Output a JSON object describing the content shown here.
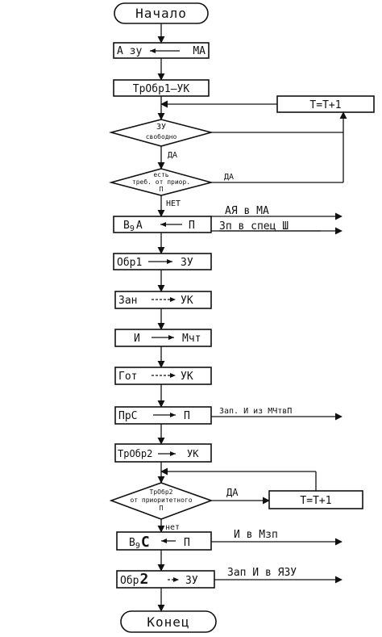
{
  "start": "Начало",
  "end": "Конец",
  "blocks": {
    "b1": {
      "left": "А  зу",
      "right": "МА"
    },
    "b2": "ТрОбр1–УК",
    "b3": {
      "left": "В",
      "sub": "9",
      "mid": "А",
      "right": "П"
    },
    "b4": {
      "left": "Обр1",
      "right": "ЗУ"
    },
    "b5": {
      "left": "Зан",
      "right": "УК"
    },
    "b6": {
      "left": "И",
      "right": "Мчт"
    },
    "b7": {
      "left": "Гот",
      "right": "УК"
    },
    "b8": {
      "left": "ПрС",
      "right": "П"
    },
    "b9": {
      "left": "ТрОбр2",
      "right": "УК"
    },
    "b10": {
      "left": "В",
      "sub": "9",
      "mid": "С",
      "right": "П"
    },
    "b11": {
      "left": "Обр",
      "mid": "2",
      "right": "ЗУ"
    }
  },
  "decisions": {
    "d1": {
      "line1": "ЗУ",
      "line2": "свободно",
      "yes": "ДА"
    },
    "d2": {
      "line1": "есть",
      "line2": "треб. от приор.",
      "line3": "П",
      "yes": "ДА",
      "no": "НЕТ"
    },
    "d3": {
      "line1": "ТрОбр2",
      "line2": "от приоритетного",
      "line3": "П",
      "yes": "ДА",
      "no": "нет"
    }
  },
  "timers": {
    "t1": "Т=Т+1",
    "t2": "Т=Т+1"
  },
  "outputs": {
    "o1": "АЯ    в    МА",
    "o2": "Зп  в  спец  Ш",
    "o3": "Зап.  И  из  МЧтвП",
    "o4": "И   в   Мзп",
    "o5": "Зап  И  в  ЯЗУ"
  }
}
